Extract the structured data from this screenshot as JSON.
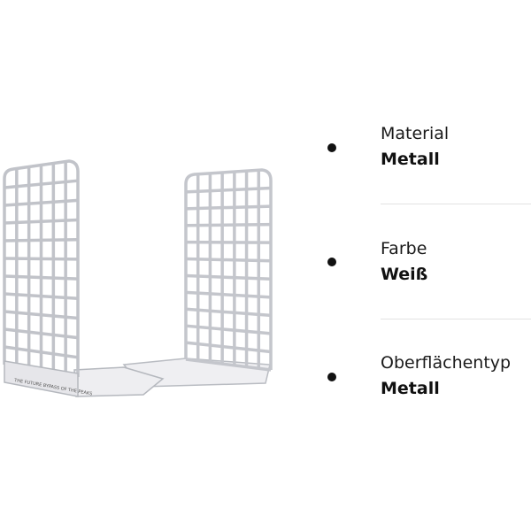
{
  "product": {
    "image_icon": "wire-grid-bookend-icon",
    "base_imprint": "THE FUTURE BYPASS OF THE PEAKS"
  },
  "specs": [
    {
      "label": "Material",
      "value": "Metall"
    },
    {
      "label": "Farbe",
      "value": "Weiß"
    },
    {
      "label": "Oberflächentyp",
      "value": "Metall"
    }
  ],
  "colors": {
    "metal": "#e9e9ec",
    "metal_edge": "#b9bcc2",
    "text": "#111111",
    "divider": "#e2e2e2"
  }
}
